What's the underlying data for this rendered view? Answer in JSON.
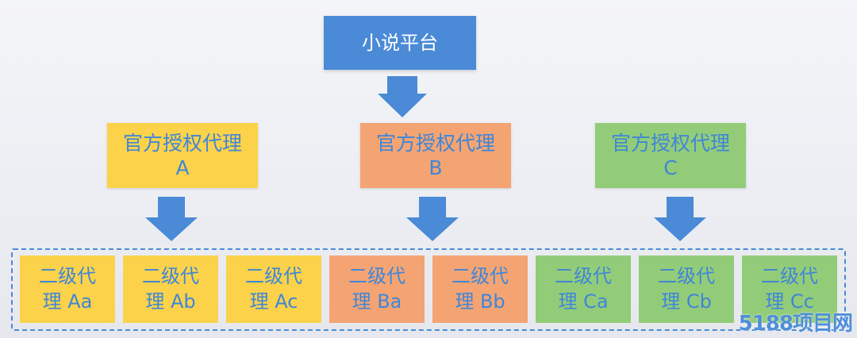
{
  "root": {
    "label": "小说平台"
  },
  "agents": [
    {
      "line1": "官方授权代理",
      "line2": "A",
      "color": "#fbd249"
    },
    {
      "line1": "官方授权代理",
      "line2": "B",
      "color": "#f4a473"
    },
    {
      "line1": "官方授权代理",
      "line2": "C",
      "color": "#93cc78"
    }
  ],
  "sub_agents": [
    {
      "line1": "二级代",
      "line2": "理 Aa"
    },
    {
      "line1": "二级代",
      "line2": "理 Ab"
    },
    {
      "line1": "二级代",
      "line2": "理 Ac"
    },
    {
      "line1": "二级代",
      "line2": "理 Ba"
    },
    {
      "line1": "二级代",
      "line2": "理 Bb"
    },
    {
      "line1": "二级代",
      "line2": "理 Ca"
    },
    {
      "line1": "二级代",
      "line2": "理 Cb"
    },
    {
      "line1": "二级代",
      "line2": "理 Cc"
    }
  ],
  "colors": {
    "arrow": "#4a8ad6",
    "text": "#3f86d8",
    "root_fill": "#4a8ad6"
  },
  "watermark": "5188项目网"
}
